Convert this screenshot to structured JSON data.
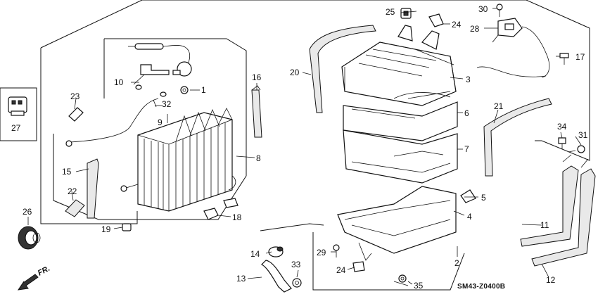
{
  "diagram": {
    "code": "SM43-Z0400B",
    "direction_label": "FR.",
    "callouts": [
      "1",
      "2",
      "3",
      "4",
      "5",
      "6",
      "7",
      "8",
      "9",
      "10",
      "11",
      "12",
      "13",
      "14",
      "15",
      "16",
      "17",
      "18",
      "19",
      "20",
      "21",
      "22",
      "23",
      "24",
      "24",
      "25",
      "26",
      "27",
      "28",
      "29",
      "30",
      "31",
      "32",
      "33",
      "34",
      "35"
    ]
  }
}
